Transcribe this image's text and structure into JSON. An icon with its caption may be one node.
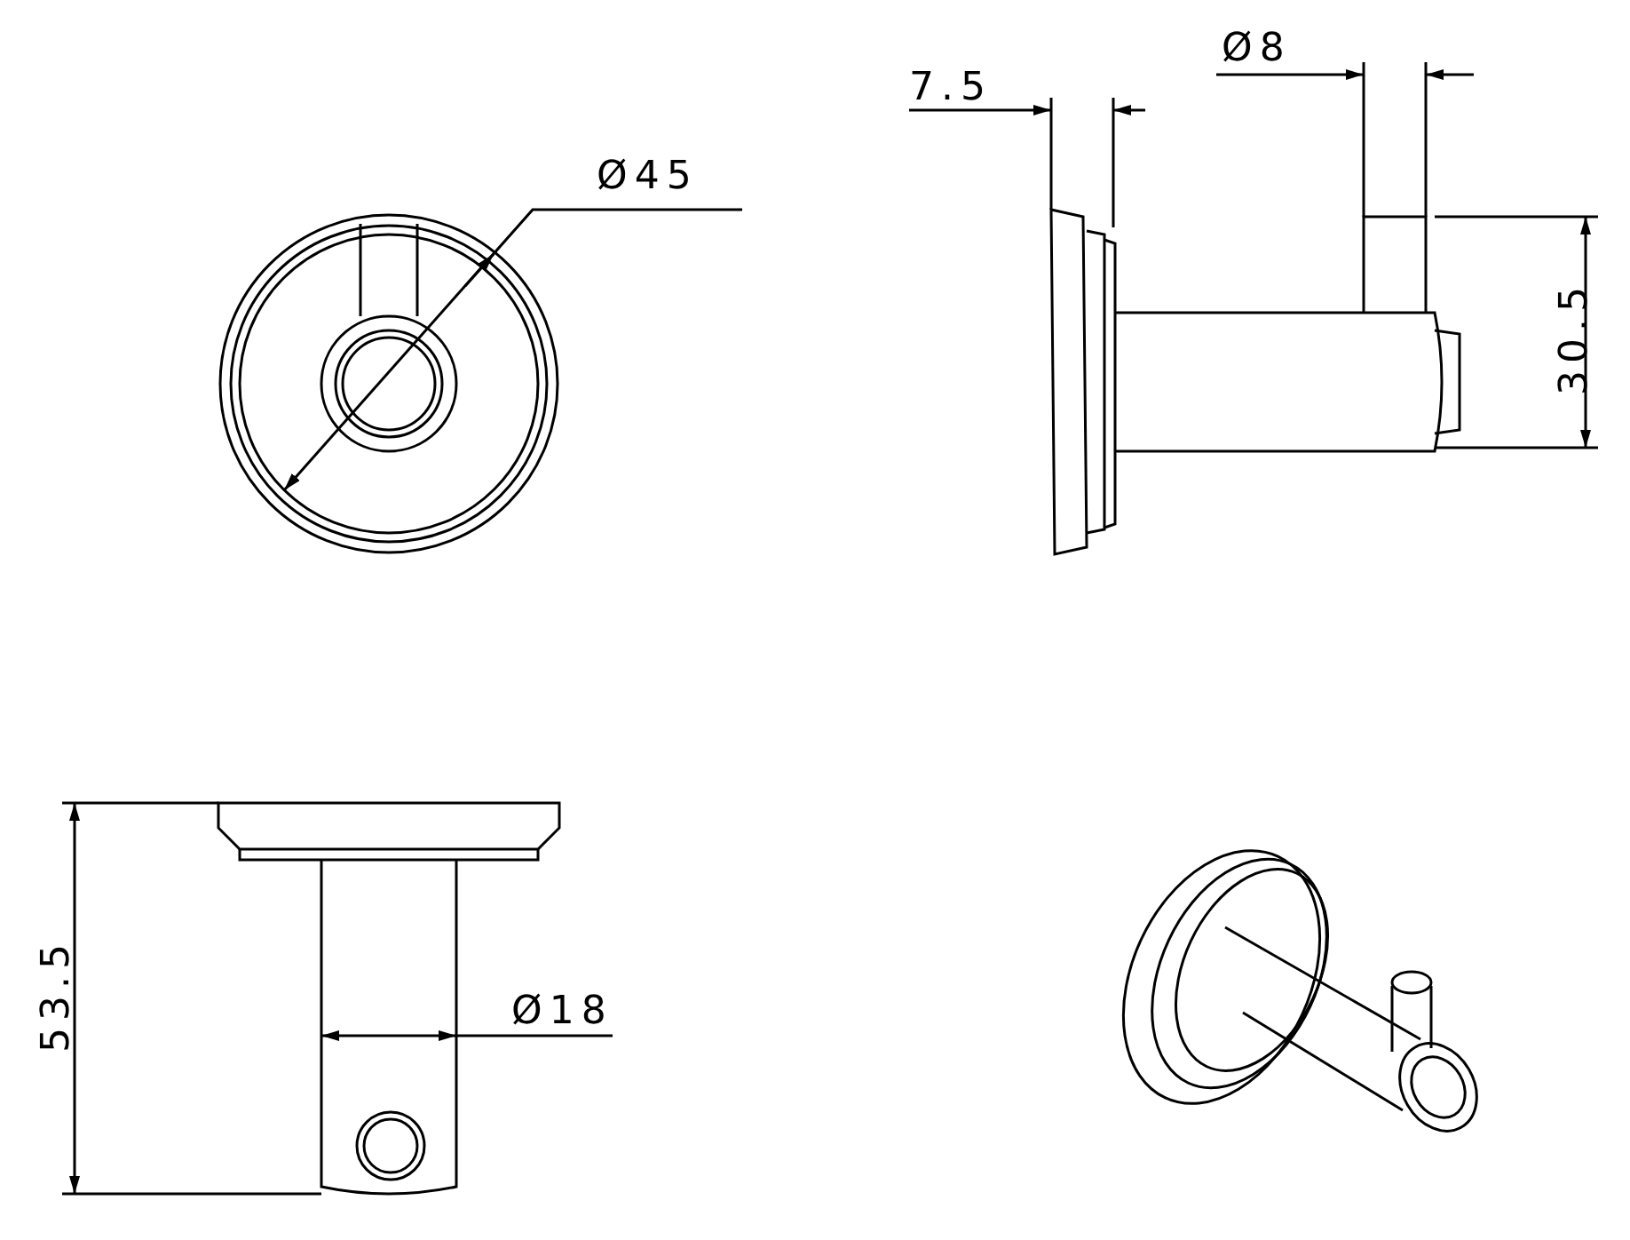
{
  "diagram": {
    "labels": [
      "Ø8",
      "7.5",
      "Ø45",
      "30.5",
      "53.5",
      "Ø18"
    ]
  }
}
